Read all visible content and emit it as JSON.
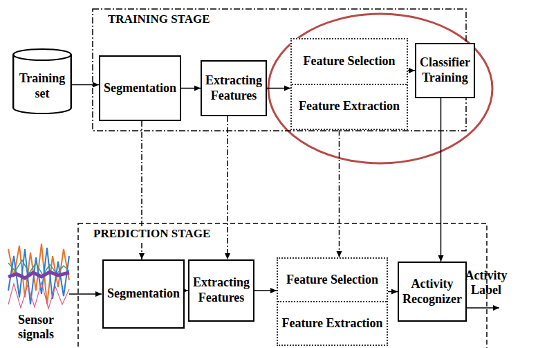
{
  "diagram": {
    "nodes": [
      {
        "text": [
          "TRAINING STAGE"
        ]
      },
      {
        "text": [
          "Training set"
        ]
      },
      {
        "text": [
          "Segmentation"
        ],
        "in": 0
      },
      {
        "text": [
          "Extracting Features"
        ],
        "in": 0
      },
      {
        "text": [
          "Feature Selection",
          "Feature Extraction"
        ],
        "in": 0
      },
      {
        "text": [
          "Classifier Training"
        ],
        "in": 0
      },
      {
        "text": [
          "PREDICTION STAGE"
        ]
      },
      {
        "text": [
          "Segmentation"
        ],
        "in": 6
      },
      {
        "text": [
          "Extracting Features"
        ],
        "in": 6
      },
      {
        "text": [
          "Feature Selection",
          "Feature Extraction"
        ],
        "in": 6
      },
      {
        "text": [
          "Activity Recognizer"
        ],
        "in": 6
      }
    ],
    "edges": [
      {
        "from": 1,
        "to": 2,
        "arrow": "to"
      },
      {
        "from": 2,
        "to": 3,
        "arrow": "to"
      },
      {
        "from": 3,
        "to": 4,
        "arrow": "to"
      },
      {
        "from": 4,
        "to": 5,
        "arrow": "to"
      },
      {
        "from": 2,
        "to": 7,
        "arrow": "to"
      },
      {
        "from": 3,
        "to": 8,
        "arrow": "to"
      },
      {
        "from": 4,
        "to": 9,
        "arrow": "to"
      },
      {
        "from": 5,
        "to": 10,
        "arrow": "to"
      },
      {
        "from": 7,
        "to": 8,
        "arrow": "to"
      },
      {
        "from": 8,
        "to": 9,
        "arrow": "to"
      },
      {
        "from": 9,
        "to": 10,
        "arrow": "to"
      }
    ],
    "labels": [
      "Sensor signals",
      "Activity Label"
    ]
  }
}
